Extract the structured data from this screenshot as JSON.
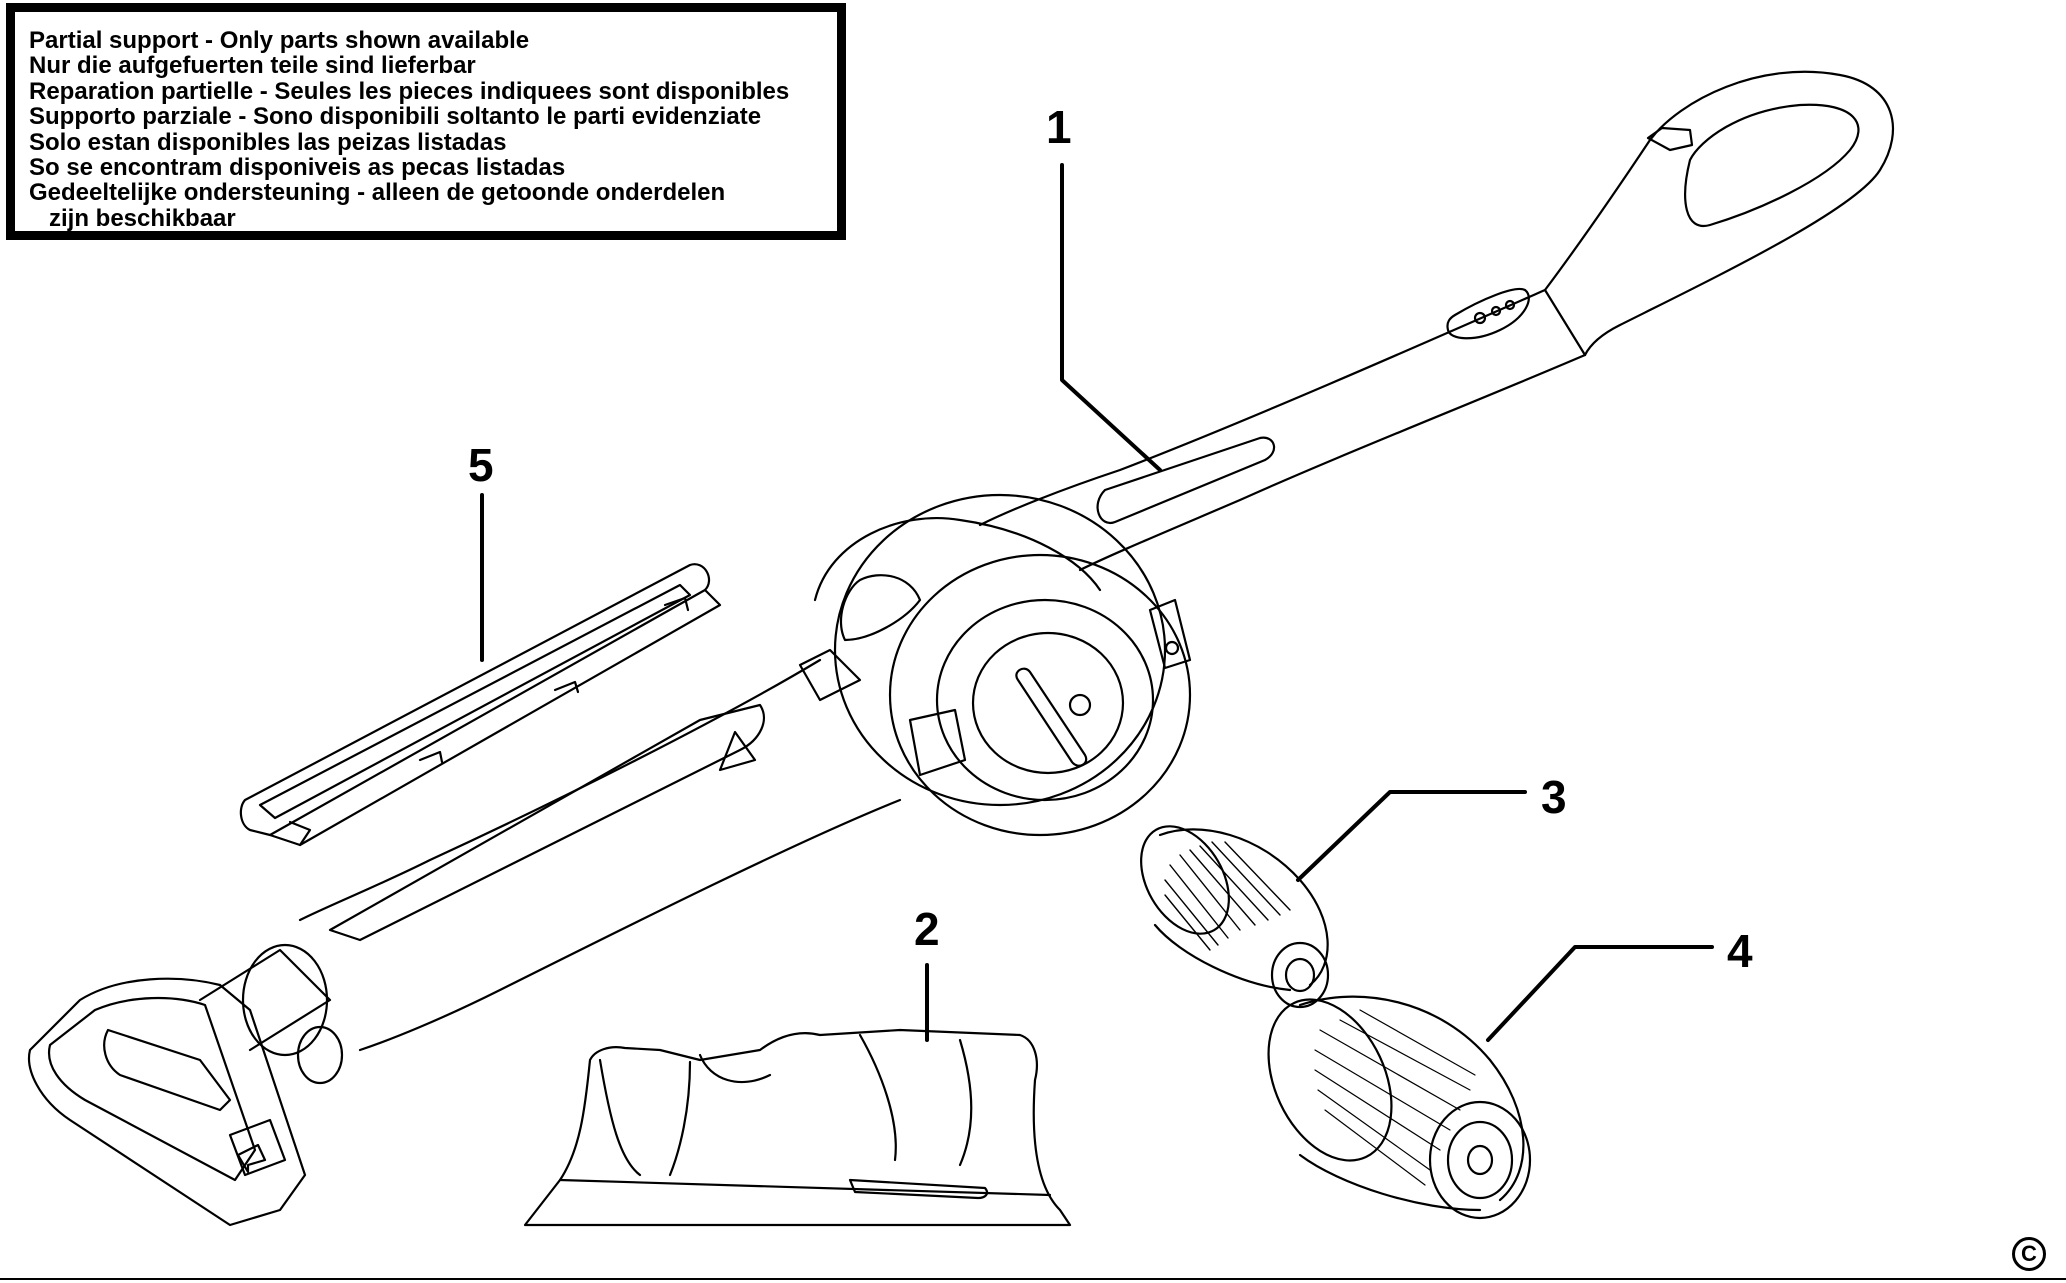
{
  "notice": {
    "lines": [
      "Partial support - Only parts shown available",
      "Nur die aufgefuerten teile sind lieferbar",
      "Reparation partielle - Seules les pieces indiquees sont disponibles",
      "Supporto parziale - Sono disponibili soltanto le parti evidenziate",
      "Solo estan disponibles las peizas listadas",
      "So se encontram disponiveis as pecas listadas",
      "Gedeeltelijke ondersteuning - alleen de getoonde onderdelen",
      "zijn beschikbaar"
    ]
  },
  "callouts": {
    "part1": "1",
    "part2": "2",
    "part3": "3",
    "part4": "4",
    "part5": "5"
  },
  "copyright": "C",
  "colors": {
    "line": "#000000",
    "background": "#ffffff"
  }
}
